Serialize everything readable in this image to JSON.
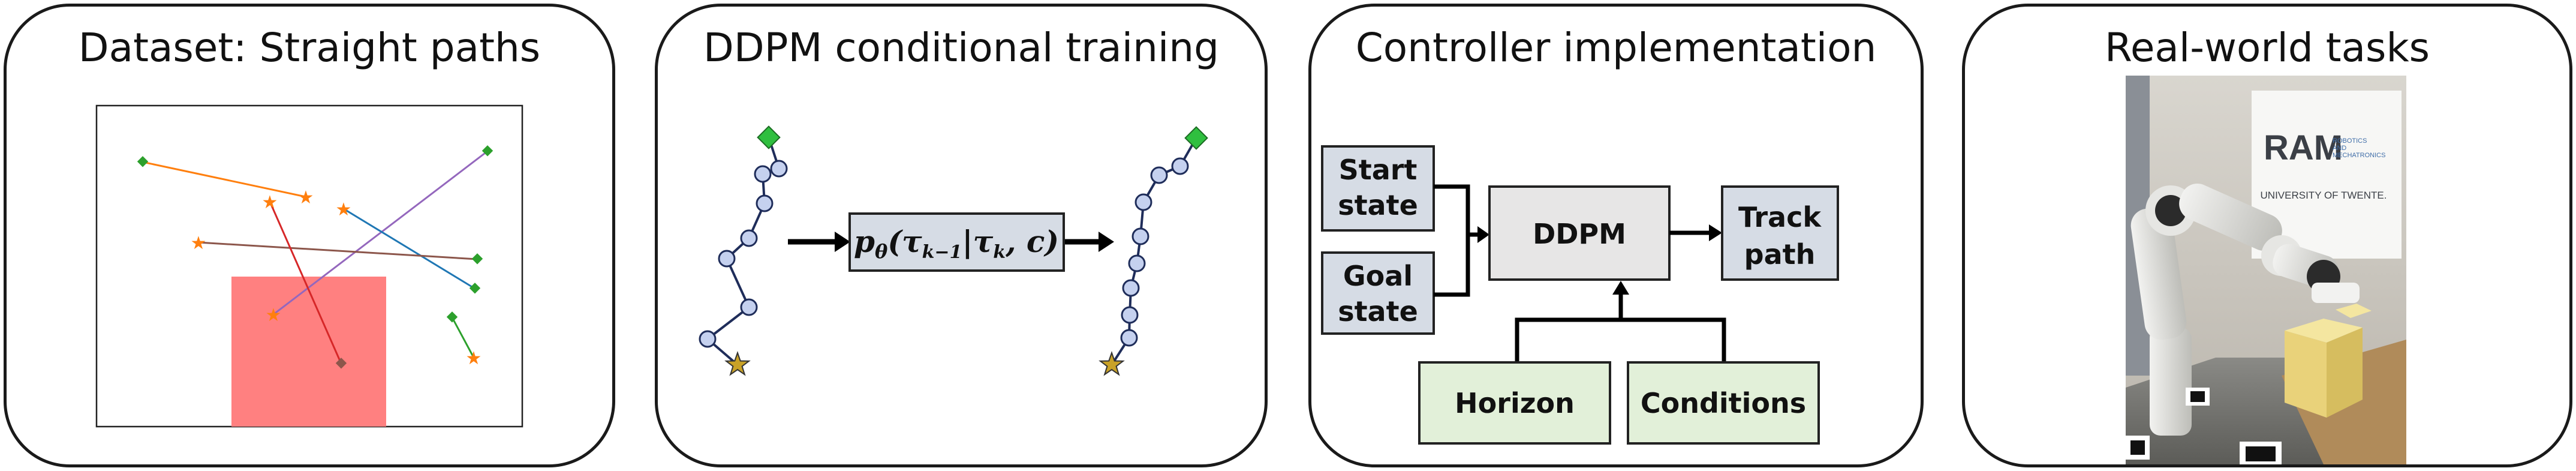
{
  "panels": [
    {
      "title": "Dataset: Straight paths"
    },
    {
      "title": "DDPM conditional training"
    },
    {
      "title": "Controller implementation"
    },
    {
      "title": "Real-world tasks"
    }
  ],
  "training": {
    "formula_main": "p",
    "formula_sub": "θ",
    "formula_open": "(τ",
    "formula_sub2": "k−1",
    "formula_bar": "|τ",
    "formula_sub3": "k",
    "formula_close": ", c)"
  },
  "controller": {
    "start_line1": "Start",
    "start_line2": "state",
    "goal_line1": "Goal",
    "goal_line2": "state",
    "ddpm": "DDPM",
    "track_line1": "Track",
    "track_line2": "path",
    "horizon": "Horizon",
    "conditions": "Conditions"
  },
  "photo": {
    "logo": "RAM",
    "logo_sub1": "ROBOTICS",
    "logo_sub2": "AND",
    "logo_sub3": "MECHATRONICS",
    "university": "UNIVERSITY OF TWENTE."
  },
  "colors": {
    "box_blue": "#d6dce5",
    "box_green": "#e2f0d9",
    "ddpm_gray": "#e7e6e6",
    "node_fill": "#c5d1ef",
    "goal_green": "#2fbf3f",
    "start_gold": "#c9a227",
    "obstacle": "#ff8080"
  }
}
